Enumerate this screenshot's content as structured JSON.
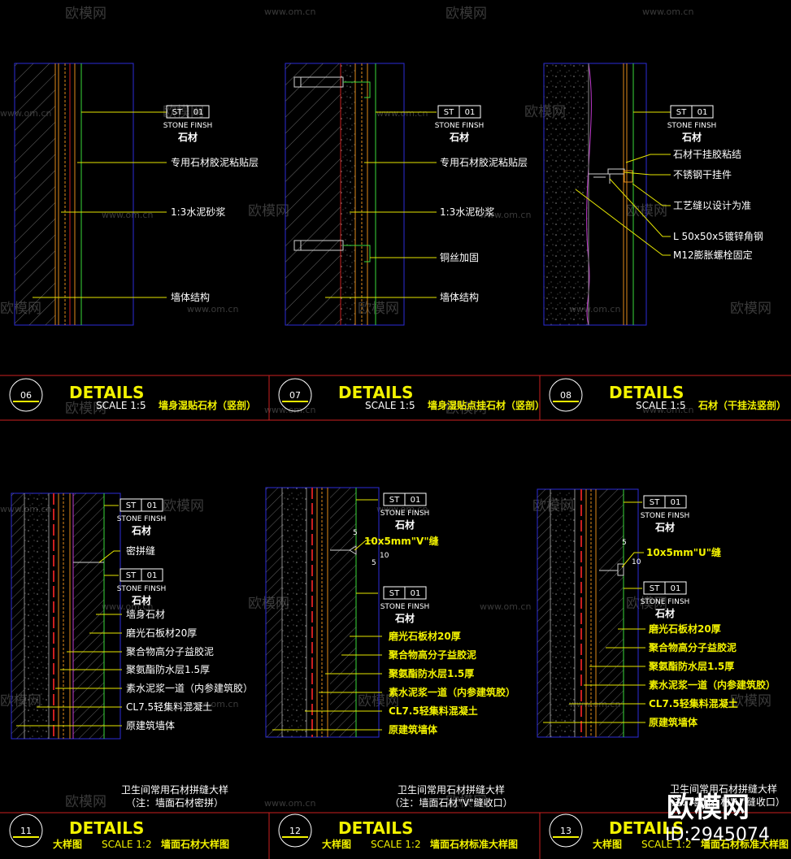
{
  "watermark": {
    "brand": "欧模网",
    "url": "www.om.cn",
    "site_id": "ID:2945074"
  },
  "colors": {
    "frame": "#cc1f1f",
    "title": "#f2f200",
    "line": "#2b2bd8",
    "leader": "#e6e600",
    "text": "#ffffff",
    "green": "#3ad83a",
    "orange": "#e08a1a",
    "magenta": "#c23bd0"
  },
  "tag": {
    "code": "ST",
    "num": "01",
    "en": "STONE FINSH",
    "cn": "石材"
  },
  "panel06": {
    "labels": [
      "专用石材胶泥粘贴层",
      "1:3水泥砂浆",
      "墙体结构"
    ],
    "title": {
      "num": "06",
      "name": "DETAILS",
      "scale": "SCALE  1:5",
      "desc": "墙身湿贴石材（竖剖）"
    }
  },
  "panel07": {
    "labels": [
      "专用石材胶泥粘贴层",
      "1:3水泥砂浆",
      "铜丝加固",
      "墙体结构"
    ],
    "title": {
      "num": "07",
      "name": "DETAILS",
      "scale": "SCALE  1:5",
      "desc": "墙身湿贴点挂石材（竖剖）"
    }
  },
  "panel08": {
    "labels": [
      "石材干挂胶粘结",
      "不锈钢干挂件",
      "工艺缝以设计为准",
      "L 50x50x5镀锌角钢",
      "M12膨胀螺栓固定"
    ],
    "title": {
      "num": "08",
      "name": "DETAILS",
      "scale": "SCALE  1:5",
      "desc": "石材（干挂法竖剖）"
    }
  },
  "panel11": {
    "labels": [
      "密拼缝",
      "墙身石材",
      "磨光石板材20厚",
      "聚合物高分子益胶泥",
      "聚氨酯防水层1.5厚",
      "素水泥浆一道（内参建筑胶）",
      "CL7.5轻集料混凝土",
      "原建筑墙体"
    ],
    "caption": [
      "卫生间常用石材拼缝大样",
      "（注：墙面石材密拼）"
    ],
    "title": {
      "num": "11",
      "name": "DETAILS",
      "sub": "大样图",
      "scale": "SCALE  1:2",
      "desc": "墙面石材大样图"
    }
  },
  "panel12": {
    "joint": "10x5mm\"V\"缝",
    "dims": [
      "5",
      "5",
      "10"
    ],
    "labels": [
      "磨光石板材20厚",
      "聚合物高分子益胶泥",
      "聚氨酯防水层1.5厚",
      "素水泥浆一道（内参建筑胶）",
      "CL7.5轻集料混凝土",
      "原建筑墙体"
    ],
    "caption": [
      "卫生间常用石材拼缝大样",
      "（注：墙面石材\"V\"缝收口）"
    ],
    "title": {
      "num": "12",
      "name": "DETAILS",
      "sub": "大样图",
      "scale": "SCALE  1:2",
      "desc": "墙面石材标准大样图"
    }
  },
  "panel13": {
    "joint": "10x5mm\"U\"缝",
    "dims": [
      "5",
      "10"
    ],
    "labels": [
      "磨光石板材20厚",
      "聚合物高分子益胶泥",
      "聚氨酯防水层1.5厚",
      "素水泥浆一道（内参建筑胶）",
      "CL7.5轻集料混凝土",
      "原建筑墙体"
    ],
    "caption": [
      "卫生间常用石材拼缝大样",
      "（注：墙面石材\"U\"缝收口）"
    ],
    "title": {
      "num": "13",
      "name": "DETAILS",
      "sub": "大样图",
      "scale": "SCALE  1:2",
      "desc": "墙面石材标准大样图"
    }
  }
}
